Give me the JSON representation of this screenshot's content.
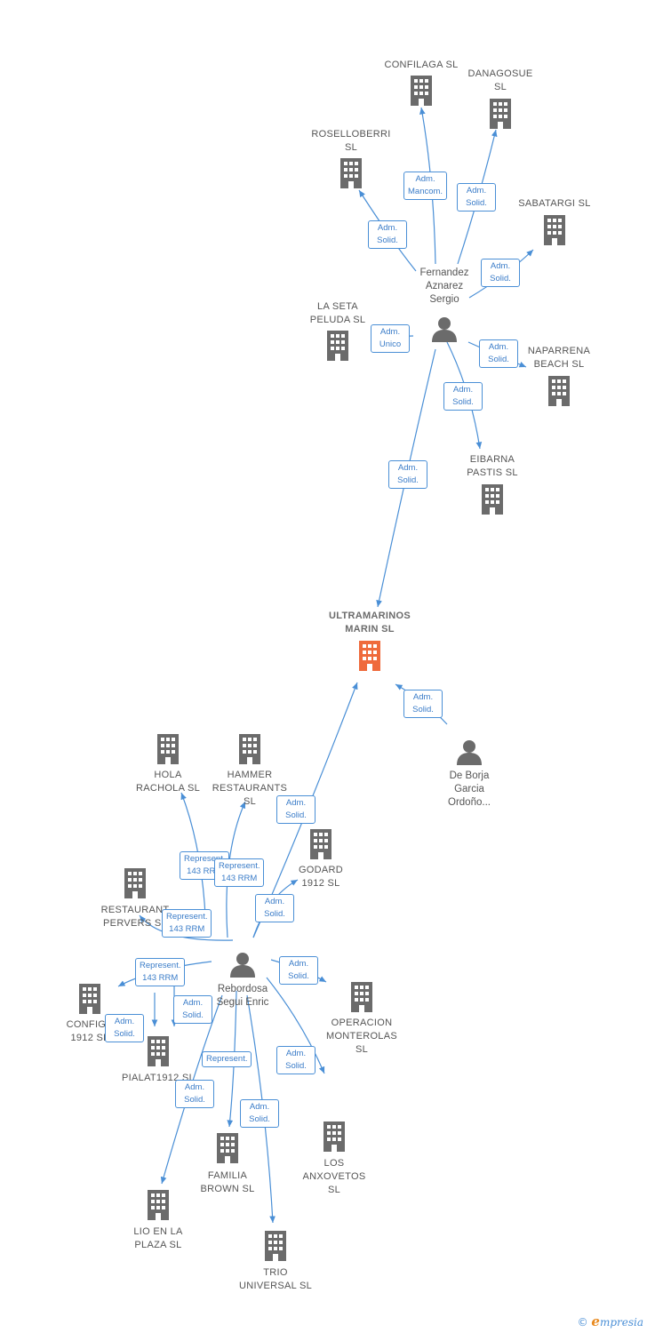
{
  "colors": {
    "edge": "#4a8fd6",
    "node": "#6b6b6b",
    "main_node": "#ef6a3c",
    "text": "#555555"
  },
  "nodes": [
    {
      "id": "ultramarinos",
      "label": "ULTRAMARINOS\nMARIN  SL",
      "kind": "company",
      "main": true,
      "icon": "building-icon"
    },
    {
      "id": "fernandez",
      "label": "Fernandez\nAznarez\nSergio",
      "kind": "person",
      "icon": "person-icon"
    },
    {
      "id": "deborja",
      "label": "De Borja\nGarcia\nOrdoño...",
      "kind": "person",
      "icon": "person-icon"
    },
    {
      "id": "rebordosa",
      "label": "Rebordosa\nSegui Enric",
      "kind": "person",
      "icon": "person-icon"
    },
    {
      "id": "confilaga",
      "label": "CONFILAGA  SL",
      "kind": "company",
      "icon": "building-icon"
    },
    {
      "id": "danagosue",
      "label": "DANAGOSUE\nSL",
      "kind": "company",
      "icon": "building-icon"
    },
    {
      "id": "roselloberri",
      "label": "ROSELLOBERRI\nSL",
      "kind": "company",
      "icon": "building-icon"
    },
    {
      "id": "sabatargi",
      "label": "SABATARGI  SL",
      "kind": "company",
      "icon": "building-icon"
    },
    {
      "id": "laseta",
      "label": "LA SETA\nPELUDA  SL",
      "kind": "company",
      "icon": "building-icon"
    },
    {
      "id": "naparrena",
      "label": "NAPARRENA\nBEACH  SL",
      "kind": "company",
      "icon": "building-icon"
    },
    {
      "id": "eibarna",
      "label": "EIBARNA\nPASTIS SL",
      "kind": "company",
      "icon": "building-icon"
    },
    {
      "id": "hola",
      "label": "HOLA\nRACHOLA  SL",
      "kind": "company",
      "icon": "building-icon"
    },
    {
      "id": "hammer",
      "label": "HAMMER\nRESTAURANTS\nSL",
      "kind": "company",
      "icon": "building-icon"
    },
    {
      "id": "godard",
      "label": "GODARD\n1912  SL",
      "kind": "company",
      "icon": "building-icon"
    },
    {
      "id": "restaurant",
      "label": "RESTAURANT\nPERVERS  SL",
      "kind": "company",
      "icon": "building-icon"
    },
    {
      "id": "configr",
      "label": "CONFIGR\n1912  SL",
      "kind": "company",
      "icon": "building-icon"
    },
    {
      "id": "pialat",
      "label": "PIALAT1912  SL",
      "kind": "company",
      "icon": "building-icon"
    },
    {
      "id": "operacion",
      "label": "OPERACION\nMONTEROLAS\nSL",
      "kind": "company",
      "icon": "building-icon"
    },
    {
      "id": "anxovetos",
      "label": "LOS\nANXOVETOS\nSL",
      "kind": "company",
      "icon": "building-icon"
    },
    {
      "id": "familia",
      "label": "FAMILIA\nBROWN  SL",
      "kind": "company",
      "icon": "building-icon"
    },
    {
      "id": "lio",
      "label": "LIO EN LA\nPLAZA  SL",
      "kind": "company",
      "icon": "building-icon"
    },
    {
      "id": "trio",
      "label": "TRIO\nUNIVERSAL  SL",
      "kind": "company",
      "icon": "building-icon"
    }
  ],
  "edges": [
    {
      "from": "fernandez",
      "to": "confilaga",
      "label": "Adm.\nMancom."
    },
    {
      "from": "fernandez",
      "to": "danagosue",
      "label": "Adm.\nSolid."
    },
    {
      "from": "fernandez",
      "to": "roselloberri",
      "label": "Adm.\nSolid."
    },
    {
      "from": "fernandez",
      "to": "sabatargi",
      "label": "Adm.\nSolid."
    },
    {
      "from": "fernandez",
      "to": "laseta",
      "label": "Adm.\nUnico"
    },
    {
      "from": "fernandez",
      "to": "naparrena",
      "label": "Adm.\nSolid."
    },
    {
      "from": "fernandez",
      "to": "eibarna",
      "label": "Adm.\nSolid."
    },
    {
      "from": "fernandez",
      "to": "ultramarinos",
      "label": "Adm.\nSolid."
    },
    {
      "from": "deborja",
      "to": "ultramarinos",
      "label": "Adm.\nSolid."
    },
    {
      "from": "rebordosa",
      "to": "ultramarinos",
      "label": "Adm.\nSolid."
    },
    {
      "from": "rebordosa",
      "to": "hola",
      "label": "Represent.\n143 RRM"
    },
    {
      "from": "rebordosa",
      "to": "hammer",
      "label": "Represent.\n143 RRM"
    },
    {
      "from": "rebordosa",
      "to": "godard",
      "label": "Adm.\nSolid."
    },
    {
      "from": "rebordosa",
      "to": "restaurant",
      "label": "Represent.\n143 RRM"
    },
    {
      "from": "rebordosa",
      "to": "configr",
      "label": "Represent.\n143 RRM"
    },
    {
      "from": "rebordosa",
      "to": "pialat",
      "label": "Adm.\nSolid."
    },
    {
      "from": "rebordosa",
      "to": "operacion",
      "label": "Adm.\nSolid."
    },
    {
      "from": "rebordosa",
      "to": "anxovetos",
      "label": "Adm.\nSolid."
    },
    {
      "from": "rebordosa",
      "to": "familia",
      "label": "Represent."
    },
    {
      "from": "rebordosa",
      "to": "lio",
      "label": "Adm.\nSolid."
    },
    {
      "from": "rebordosa",
      "to": "trio",
      "label": "Adm.\nSolid."
    },
    {
      "from": "rebordosa",
      "to": "configr",
      "label": "Adm.\nSolid."
    }
  ],
  "footer": {
    "copyright": "©",
    "brand_e": "e",
    "brand_rest": "mpresia"
  }
}
